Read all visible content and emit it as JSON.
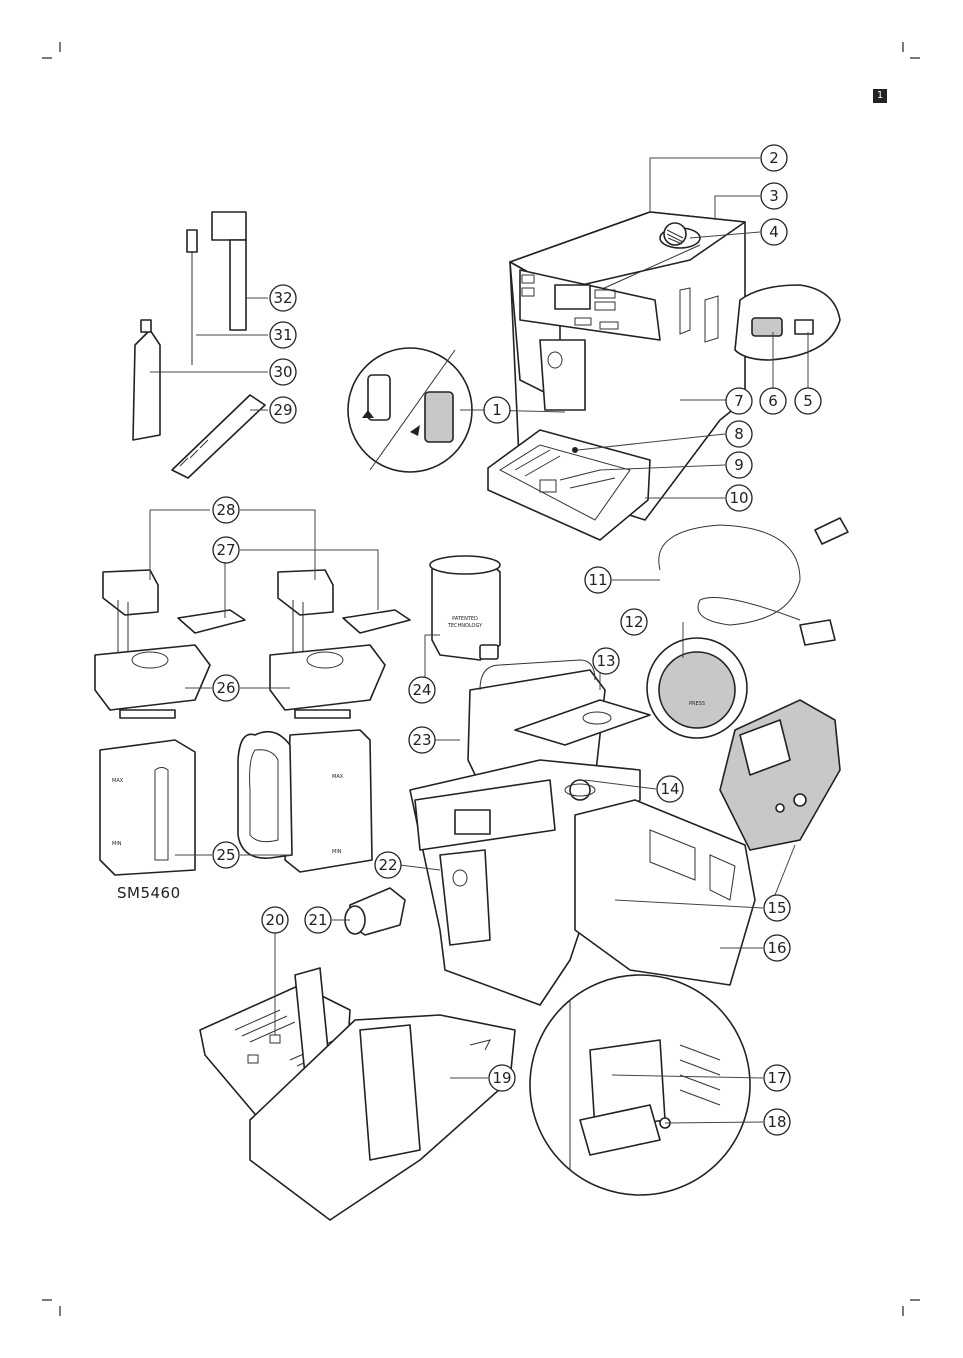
{
  "page": {
    "page_number": "1",
    "model_label": "SM5460"
  },
  "product_labels": {
    "filter_text_line1": "PATENTED",
    "filter_text_line2": "TECHNOLOGY",
    "grind_knob_text": "PRESS",
    "tank_max": "MAX",
    "tank_min": "MIN"
  },
  "callouts": [
    {
      "n": "1"
    },
    {
      "n": "2"
    },
    {
      "n": "3"
    },
    {
      "n": "4"
    },
    {
      "n": "5"
    },
    {
      "n": "6"
    },
    {
      "n": "7"
    },
    {
      "n": "8"
    },
    {
      "n": "9"
    },
    {
      "n": "10"
    },
    {
      "n": "11"
    },
    {
      "n": "12"
    },
    {
      "n": "13"
    },
    {
      "n": "14"
    },
    {
      "n": "15"
    },
    {
      "n": "16"
    },
    {
      "n": "17"
    },
    {
      "n": "18"
    },
    {
      "n": "19"
    },
    {
      "n": "20"
    },
    {
      "n": "21"
    },
    {
      "n": "22"
    },
    {
      "n": "23"
    },
    {
      "n": "24"
    },
    {
      "n": "25"
    },
    {
      "n": "26"
    },
    {
      "n": "27"
    },
    {
      "n": "28"
    },
    {
      "n": "29"
    },
    {
      "n": "30"
    },
    {
      "n": "31"
    },
    {
      "n": "32"
    }
  ]
}
